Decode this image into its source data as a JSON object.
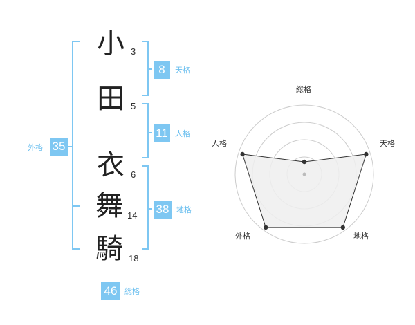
{
  "name": {
    "characters": [
      {
        "char": "小",
        "strokes": "3"
      },
      {
        "char": "田",
        "strokes": "5"
      },
      {
        "char": "衣",
        "strokes": "6"
      },
      {
        "char": "舞",
        "strokes": "14"
      },
      {
        "char": "騎",
        "strokes": "18"
      }
    ]
  },
  "kaku": {
    "tenkaku": {
      "value": "8",
      "label": "天格"
    },
    "jinkaku": {
      "value": "11",
      "label": "人格"
    },
    "chikaku": {
      "value": "38",
      "label": "地格"
    },
    "gaikaku": {
      "value": "35",
      "label": "外格"
    },
    "soukaku": {
      "value": "46",
      "label": "総格"
    }
  },
  "radar": {
    "axes": [
      "総格",
      "天格",
      "地格",
      "外格",
      "人格"
    ],
    "levels": 4,
    "values": [
      0.18,
      0.94,
      0.95,
      0.95,
      0.94
    ],
    "colors": {
      "ring": "#cccccc",
      "fill": "#eeeeee",
      "line": "#333333",
      "point": "#333333",
      "center": "#bbbbbb"
    }
  },
  "colors": {
    "bracket": "#7ec7f2",
    "box": "#7ec7f2",
    "label": "#6bbfef"
  }
}
